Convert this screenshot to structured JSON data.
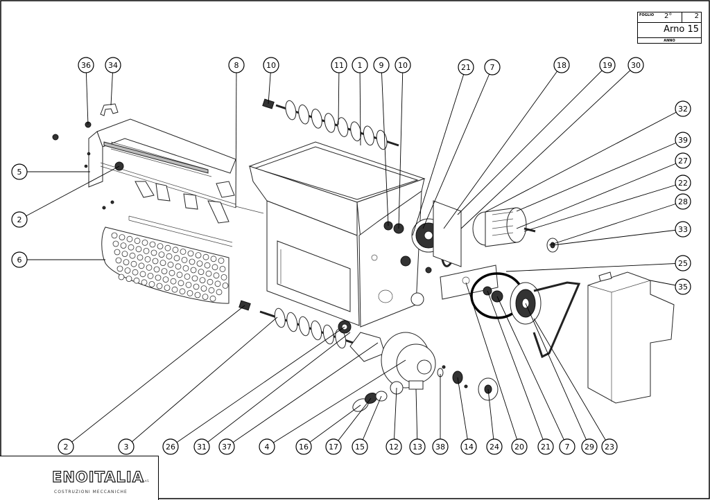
{
  "title_block": {
    "label_top": "FOGLIO",
    "sheet": "2°",
    "of": "2",
    "model": "Arno 15",
    "label_bottom": "ANNO"
  },
  "logo": {
    "brand": "ENOITALIA",
    "suffix": "s.r.l.",
    "tagline": "COSTRUZIONI MECCANICHE"
  },
  "callouts": [
    "36",
    "34",
    "8",
    "10",
    "11",
    "1",
    "9",
    "10",
    "21",
    "7",
    "18",
    "19",
    "30",
    "32",
    "39",
    "27",
    "22",
    "28",
    "33",
    "25",
    "35",
    "5",
    "2",
    "6",
    "2",
    "3",
    "26",
    "31",
    "37",
    "4",
    "16",
    "17",
    "15",
    "12",
    "13",
    "38",
    "14",
    "24",
    "20",
    "21",
    "7",
    "29",
    "23"
  ],
  "colors": {
    "line": "#000000",
    "paper": "#ffffff",
    "highlight": "#000000"
  }
}
